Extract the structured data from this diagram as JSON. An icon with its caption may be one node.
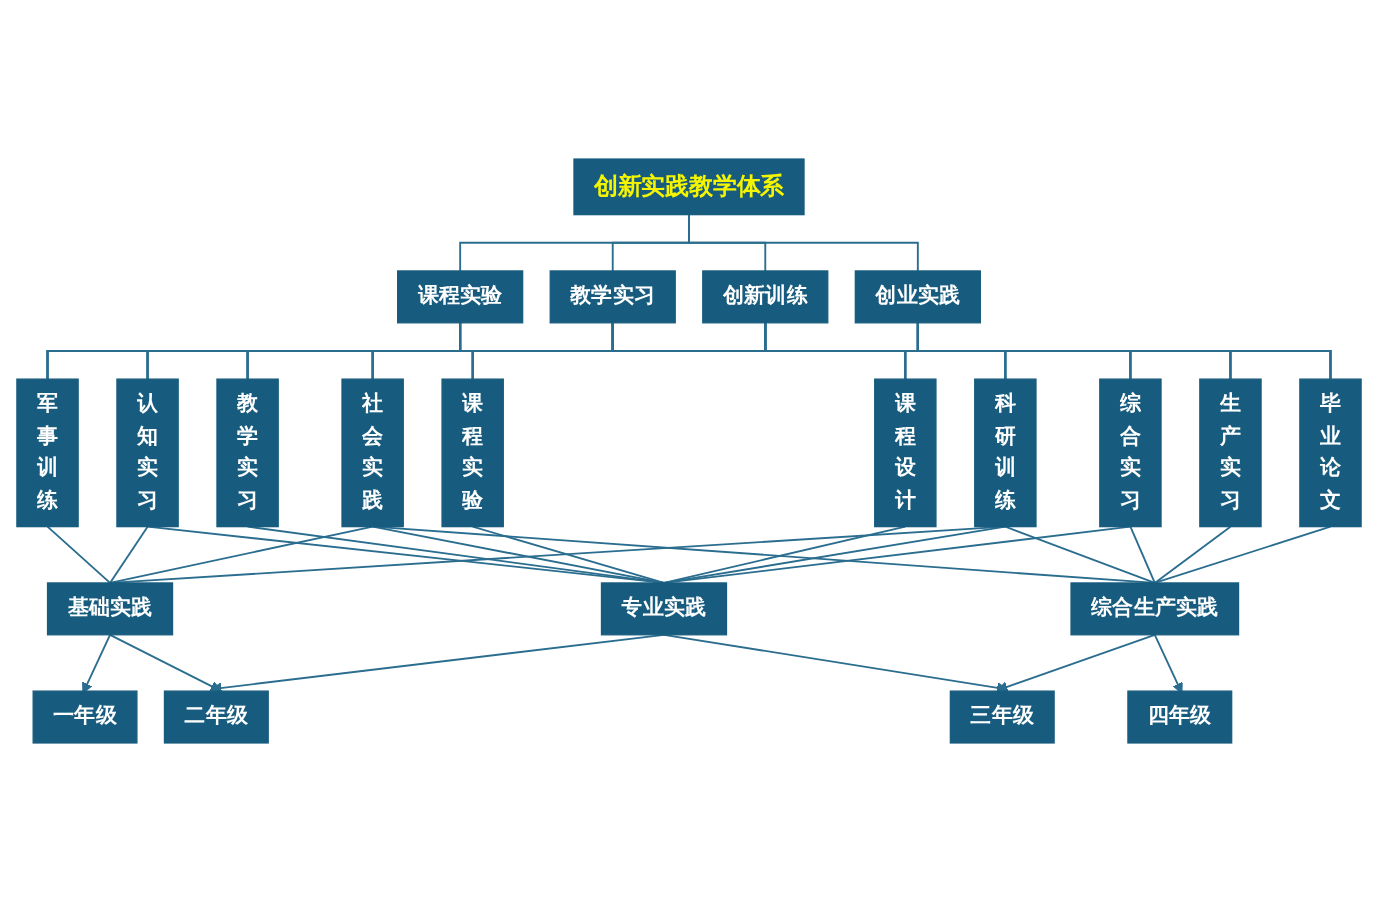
{
  "diagram": {
    "nodes": [
      {
        "text": [
          "创新实践教学体系"
        ]
      },
      {
        "text": [
          "课程实验"
        ]
      },
      {
        "text": [
          "教学实习"
        ]
      },
      {
        "text": [
          "创新训练"
        ]
      },
      {
        "text": [
          "创业实践"
        ]
      },
      {
        "text": [
          "军事训练"
        ]
      },
      {
        "text": [
          "认知实习"
        ]
      },
      {
        "text": [
          "教学实习"
        ]
      },
      {
        "text": [
          "社会实践"
        ]
      },
      {
        "text": [
          "课程实验"
        ]
      },
      {
        "text": [
          "课程设计"
        ]
      },
      {
        "text": [
          "综合实习"
        ]
      },
      {
        "text": [
          "生产实习"
        ]
      },
      {
        "text": [
          "科研训练"
        ]
      },
      {
        "text": [
          "毕业论文"
        ]
      },
      {
        "text": [
          "基础实践"
        ]
      },
      {
        "text": [
          "专业实践"
        ]
      },
      {
        "text": [
          "综合生产实践"
        ]
      },
      {
        "text": [
          "一年级"
        ]
      },
      {
        "text": [
          "二年级"
        ]
      },
      {
        "text": [
          "三年级"
        ]
      },
      {
        "text": [
          "四年级"
        ]
      }
    ],
    "edges": [
      {
        "from": 0,
        "to": 1,
        "arrow": "none"
      },
      {
        "from": 0,
        "to": 2,
        "arrow": "none"
      },
      {
        "from": 0,
        "to": 3,
        "arrow": "none"
      },
      {
        "from": 0,
        "to": 4,
        "arrow": "none"
      },
      {
        "from": 1,
        "to": 5,
        "arrow": "none"
      },
      {
        "from": 1,
        "to": 6,
        "arrow": "none"
      },
      {
        "from": 1,
        "to": 7,
        "arrow": "none"
      },
      {
        "from": 1,
        "to": 8,
        "arrow": "none"
      },
      {
        "from": 1,
        "to": 9,
        "arrow": "none"
      },
      {
        "from": 1,
        "to": 10,
        "arrow": "none"
      },
      {
        "from": 1,
        "to": 11,
        "arrow": "none"
      },
      {
        "from": 1,
        "to": 12,
        "arrow": "none"
      },
      {
        "from": 1,
        "to": 13,
        "arrow": "none"
      },
      {
        "from": 1,
        "to": 14,
        "arrow": "none"
      },
      {
        "from": 2,
        "to": 5,
        "arrow": "none"
      },
      {
        "from": 2,
        "to": 6,
        "arrow": "none"
      },
      {
        "from": 2,
        "to": 7,
        "arrow": "none"
      },
      {
        "from": 2,
        "to": 8,
        "arrow": "none"
      },
      {
        "from": 2,
        "to": 9,
        "arrow": "none"
      },
      {
        "from": 2,
        "to": 10,
        "arrow": "none"
      },
      {
        "from": 2,
        "to": 11,
        "arrow": "none"
      },
      {
        "from": 2,
        "to": 12,
        "arrow": "none"
      },
      {
        "from": 2,
        "to": 13,
        "arrow": "none"
      },
      {
        "from": 2,
        "to": 14,
        "arrow": "none"
      },
      {
        "from": 3,
        "to": 5,
        "arrow": "none"
      },
      {
        "from": 3,
        "to": 6,
        "arrow": "none"
      },
      {
        "from": 3,
        "to": 7,
        "arrow": "none"
      },
      {
        "from": 3,
        "to": 8,
        "arrow": "none"
      },
      {
        "from": 3,
        "to": 9,
        "arrow": "none"
      },
      {
        "from": 3,
        "to": 10,
        "arrow": "none"
      },
      {
        "from": 3,
        "to": 11,
        "arrow": "none"
      },
      {
        "from": 3,
        "to": 12,
        "arrow": "none"
      },
      {
        "from": 3,
        "to": 13,
        "arrow": "none"
      },
      {
        "from": 3,
        "to": 14,
        "arrow": "none"
      },
      {
        "from": 4,
        "to": 5,
        "arrow": "none"
      },
      {
        "from": 4,
        "to": 6,
        "arrow": "none"
      },
      {
        "from": 4,
        "to": 7,
        "arrow": "none"
      },
      {
        "from": 4,
        "to": 8,
        "arrow": "none"
      },
      {
        "from": 4,
        "to": 9,
        "arrow": "none"
      },
      {
        "from": 4,
        "to": 10,
        "arrow": "none"
      },
      {
        "from": 4,
        "to": 11,
        "arrow": "none"
      },
      {
        "from": 4,
        "to": 12,
        "arrow": "none"
      },
      {
        "from": 4,
        "to": 13,
        "arrow": "none"
      },
      {
        "from": 4,
        "to": 14,
        "arrow": "none"
      },
      {
        "from": 5,
        "to": 15,
        "arrow": "none"
      },
      {
        "from": 6,
        "to": 15,
        "arrow": "none"
      },
      {
        "from": 6,
        "to": 16,
        "arrow": "none"
      },
      {
        "from": 7,
        "to": 16,
        "arrow": "none"
      },
      {
        "from": 8,
        "to": 15,
        "arrow": "none"
      },
      {
        "from": 8,
        "to": 16,
        "arrow": "none"
      },
      {
        "from": 8,
        "to": 17,
        "arrow": "none"
      },
      {
        "from": 9,
        "to": 16,
        "arrow": "none"
      },
      {
        "from": 10,
        "to": 16,
        "arrow": "none"
      },
      {
        "from": 11,
        "to": 16,
        "arrow": "none"
      },
      {
        "from": 11,
        "to": 17,
        "arrow": "none"
      },
      {
        "from": 12,
        "to": 17,
        "arrow": "none"
      },
      {
        "from": 13,
        "to": 15,
        "arrow": "none"
      },
      {
        "from": 13,
        "to": 16,
        "arrow": "none"
      },
      {
        "from": 13,
        "to": 17,
        "arrow": "none"
      },
      {
        "from": 14,
        "to": 17,
        "arrow": "none"
      },
      {
        "from": 15,
        "to": 18,
        "arrow": "to"
      },
      {
        "from": 15,
        "to": 19,
        "arrow": "to"
      },
      {
        "from": 16,
        "to": 19,
        "arrow": "to"
      },
      {
        "from": 16,
        "to": 20,
        "arrow": "to"
      },
      {
        "from": 17,
        "to": 20,
        "arrow": "to"
      },
      {
        "from": 17,
        "to": 21,
        "arrow": "to"
      }
    ]
  }
}
